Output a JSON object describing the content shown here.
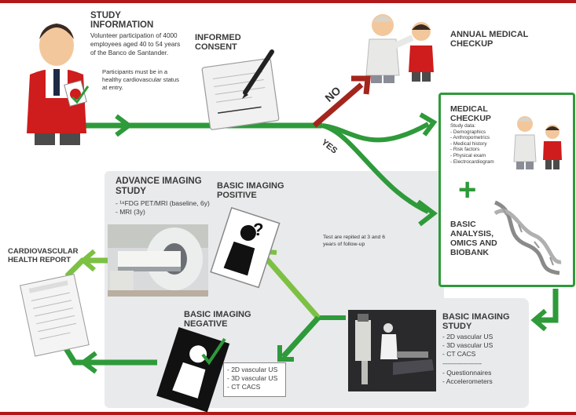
{
  "study_info": {
    "title_line1": "STUDY",
    "title_line2": "INFORMATION",
    "body": "Volunteer participation of 4000 employees aged 40 to 54 years of the Banco de Santander.",
    "body2": "Participants must be in a healthy cardiovascular status at entry."
  },
  "consent": {
    "title_line1": "INFORMED",
    "title_line2": "CONSENT"
  },
  "decision": {
    "no": "NO",
    "yes": "YES"
  },
  "annual": {
    "title_line1": "ANNUAL MEDICAL",
    "title_line2": "CHECKUP"
  },
  "medical_checkup": {
    "title_line1": "MEDICAL",
    "title_line2": "CHECKUP",
    "items": [
      "Study data:",
      "- Demographics",
      "- Anthropometrics",
      "- Medical history",
      "- Risk factors",
      "- Physical exam",
      "- Electrocardiogram"
    ],
    "plus": "+"
  },
  "basic_analysis": {
    "lines": [
      "BASIC",
      "ANALYSIS,",
      "OMICS AND",
      "BIOBANK"
    ]
  },
  "advance": {
    "title_line1": "ADVANCE IMAGING",
    "title_line2": "STUDY",
    "items": [
      "- ¹⁸FDG PET/MRI (baseline, 6y)",
      "- MRI (3y)"
    ]
  },
  "positive": {
    "title_line1": "BASIC IMAGING",
    "title_line2": "POSITIVE",
    "symbol": "?"
  },
  "repeat_note": "Test are repited at 3 and 6 years of follow-up",
  "report": {
    "title_line1": "CARDIOVASCULAR",
    "title_line2": "HEALTH REPORT"
  },
  "negative": {
    "title_line1": "BASIC IMAGING",
    "title_line2": "NEGATIVE",
    "items": [
      "- 2D vascular US",
      "- 3D vascular US",
      "- CT CACS"
    ]
  },
  "basic_study": {
    "title_line1": "BASIC IMAGING",
    "title_line2": "STUDY",
    "items": [
      "- 2D vascular US",
      "- 3D vascular US",
      "- CT CACS"
    ],
    "separator": "-----------------------",
    "items2": [
      "- Questionnaires",
      "- Accelerometers"
    ]
  },
  "colors": {
    "green": "#2e9a3a",
    "light_green": "#7cc143",
    "red": "#a3251c",
    "panel": "#e9eaec",
    "accent": "#b01919"
  }
}
